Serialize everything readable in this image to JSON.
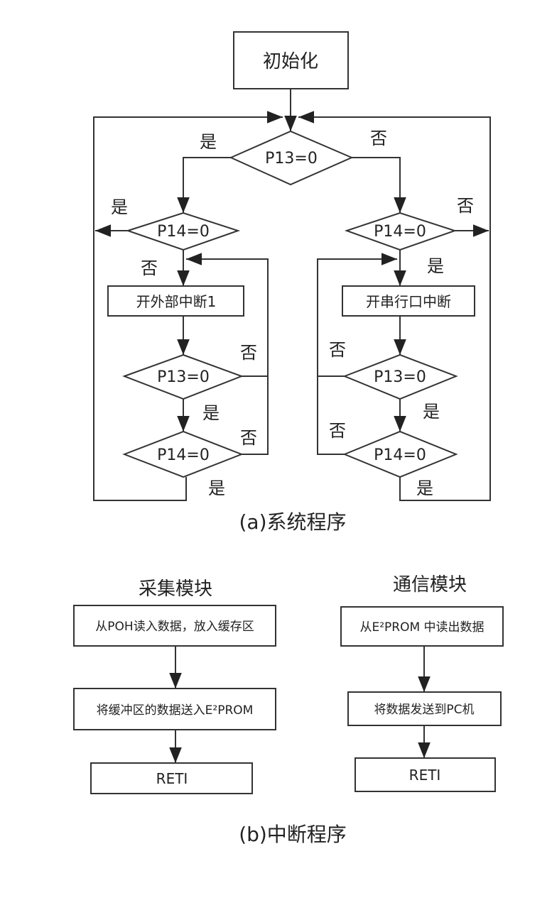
{
  "system_program": {
    "caption": "(a)系统程序",
    "init": "初始化",
    "d_main": "P13=0",
    "yes": "是",
    "no": "否",
    "left": {
      "d1": "P14=0",
      "box": "开外部中断1",
      "d2": "P13=0",
      "d3": "P14=0"
    },
    "right": {
      "d1": "P14=0",
      "box": "开串行口中断",
      "d2": "P13=0",
      "d3": "P14=0"
    }
  },
  "interrupt_program": {
    "caption": "(b)中断程序",
    "acquisition": {
      "title": "采集模块",
      "step1": "从POH读入数据，放入缓存区",
      "step2": "将缓冲区的数据送入E²PROM",
      "end": "RETI"
    },
    "communication": {
      "title": "通信模块",
      "step1": "从E²PROM 中读出数据",
      "step2": "将数据发送到PC机",
      "end": "RETI"
    }
  },
  "colors": {
    "line": "#333333",
    "text": "#222222"
  }
}
